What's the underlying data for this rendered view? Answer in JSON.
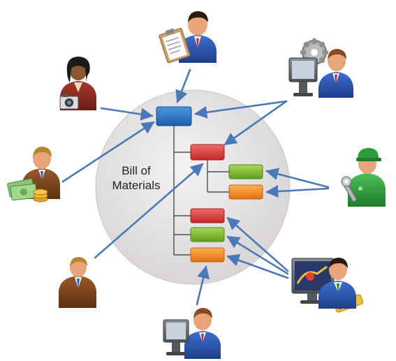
{
  "diagram": {
    "center_label": {
      "line1": "Bill of",
      "line2": "Materials"
    },
    "colors": {
      "node_blue": "#1f6fc5",
      "node_red": "#d83a3a",
      "node_green": "#7cbd2f",
      "node_orange": "#f28a1c",
      "arrow": "#4a7ab5",
      "circle_fill": "#e6e3e5",
      "tree_line": "#333333"
    },
    "actors": [
      {
        "id": "planner",
        "icon": "clipboard-icon"
      },
      {
        "id": "engineer",
        "icon": "gear-computer-icon"
      },
      {
        "id": "marketing",
        "icon": "camera-icon"
      },
      {
        "id": "finance",
        "icon": "money-icon"
      },
      {
        "id": "service",
        "icon": "wrench-icon"
      },
      {
        "id": "manager",
        "icon": "person-icon"
      },
      {
        "id": "designer",
        "icon": "cad-computer-icon"
      },
      {
        "id": "operator",
        "icon": "computer-icon"
      }
    ]
  }
}
